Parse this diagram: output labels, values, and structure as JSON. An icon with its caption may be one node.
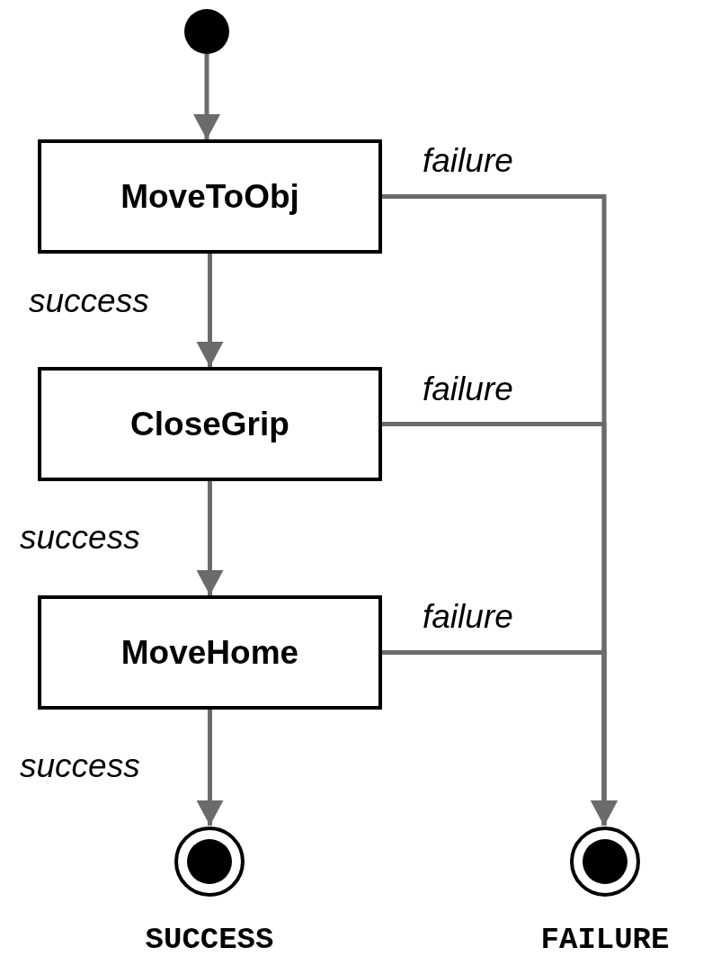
{
  "diagram": {
    "nodes": [
      {
        "text": [],
        "shape": "circle"
      },
      {
        "text": [
          "MoveToObj"
        ]
      },
      {
        "text": [
          "CloseGrip"
        ]
      },
      {
        "text": [
          "MoveHome"
        ]
      },
      {
        "text": [
          "SUCCESS"
        ]
      },
      {
        "text": [
          "FAILURE"
        ]
      }
    ],
    "edges": [
      {
        "from": 0,
        "to": 1,
        "arrow": "to"
      },
      {
        "from": 1,
        "to": 2,
        "arrow": "to",
        "label": "success"
      },
      {
        "from": 2,
        "to": 3,
        "arrow": "to",
        "label": "success"
      },
      {
        "from": 3,
        "to": 4,
        "arrow": "to",
        "label": "success"
      },
      {
        "from": 1,
        "to": 5,
        "arrow": "to",
        "label": "failure"
      },
      {
        "from": 2,
        "to": 5,
        "arrow": "to",
        "label": "failure"
      },
      {
        "from": 3,
        "to": 5,
        "arrow": "to",
        "label": "failure"
      }
    ]
  }
}
